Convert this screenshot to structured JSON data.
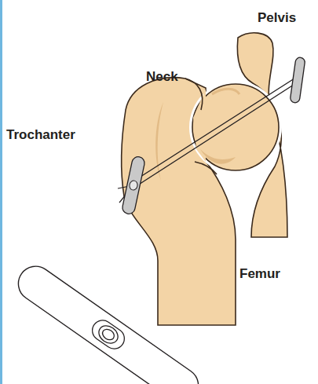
{
  "diagram": {
    "labels": [
      "Pelvis",
      "Neck",
      "Trochanter",
      "Femur"
    ]
  }
}
